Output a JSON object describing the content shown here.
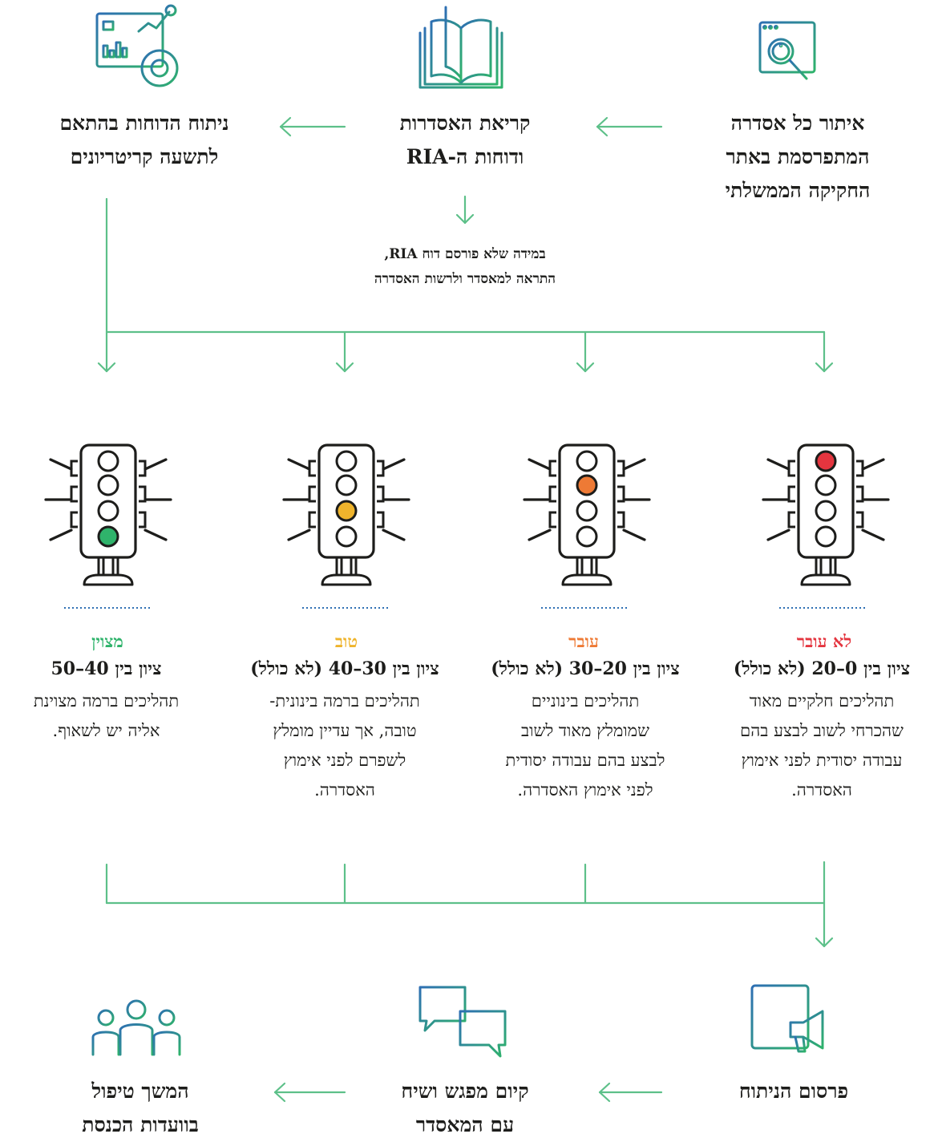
{
  "top_steps": {
    "step1": {
      "line1": "איתור כל אסדרה",
      "line2": "המתפרסמת באתר",
      "line3": "החקיקה הממשלתי",
      "icon": "magnifier-document-icon"
    },
    "step2": {
      "line1": "קריאת האסדרות",
      "line2": "ודוחות ה-RIA",
      "icon": "open-book-icon"
    },
    "step3": {
      "line1": "ניתוח הדוחות בהתאם",
      "line2": "לתשעה קריטריונים",
      "icon": "analytics-dashboard-icon"
    }
  },
  "ria_note": {
    "line1": "במידה שלא פורסם דוח RIA,",
    "line2": "התראה למאסדר ולרשות האסדרה"
  },
  "grades": [
    {
      "id": "fail",
      "label": "לא עובר",
      "score": "ציון בין 0–20 (לא כולל)",
      "lines": [
        "תהליכים חלקיים מאוד",
        "שהכרחי לשוב לבצע בהם",
        "עבודה יסודית לפני אימוץ",
        "האסדרה."
      ],
      "color": "#e4353f",
      "lit_index": 0
    },
    {
      "id": "pass",
      "label": "עובר",
      "score": "ציון בין 20–30 (לא כולל)",
      "lines": [
        "תהליכים בינוניים",
        "שמומלץ מאוד לשוב",
        "לבצע בהם עבודה יסודית",
        "לפני אימוץ האסדרה."
      ],
      "color": "#ee7a35",
      "lit_index": 1
    },
    {
      "id": "good",
      "label": "טוב",
      "score": "ציון בין 30–40 (לא כולל)",
      "lines": [
        "תהליכים ברמה בינונית-",
        "טובה, אך עדיין מומלץ",
        "לשפרם לפני אימוץ",
        "האסדרה."
      ],
      "color": "#efb42c",
      "lit_index": 2
    },
    {
      "id": "excellent",
      "label": "מצוין",
      "score": "ציון בין 40–50",
      "lines": [
        "תהליכים ברמה מצוינת",
        "אליה יש לשאוף."
      ],
      "color": "#2fb36b",
      "lit_index": 3
    }
  ],
  "bottom_steps": {
    "step1": {
      "line1": "פרסום הניתוח",
      "icon": "notepad-megaphone-icon"
    },
    "step2": {
      "line1": "קיום מפגש ושיח",
      "line2": "עם המאסדר",
      "icon": "chat-bubbles-icon"
    },
    "step3": {
      "line1": "המשך טיפול",
      "line2": "בוועדות הכנסת",
      "icon": "people-group-icon"
    }
  },
  "colors": {
    "connector": "#5dc089",
    "icon_teal": "#2a9c95",
    "icon_blue": "#2e6fb3",
    "text": "#1d1d1b"
  }
}
